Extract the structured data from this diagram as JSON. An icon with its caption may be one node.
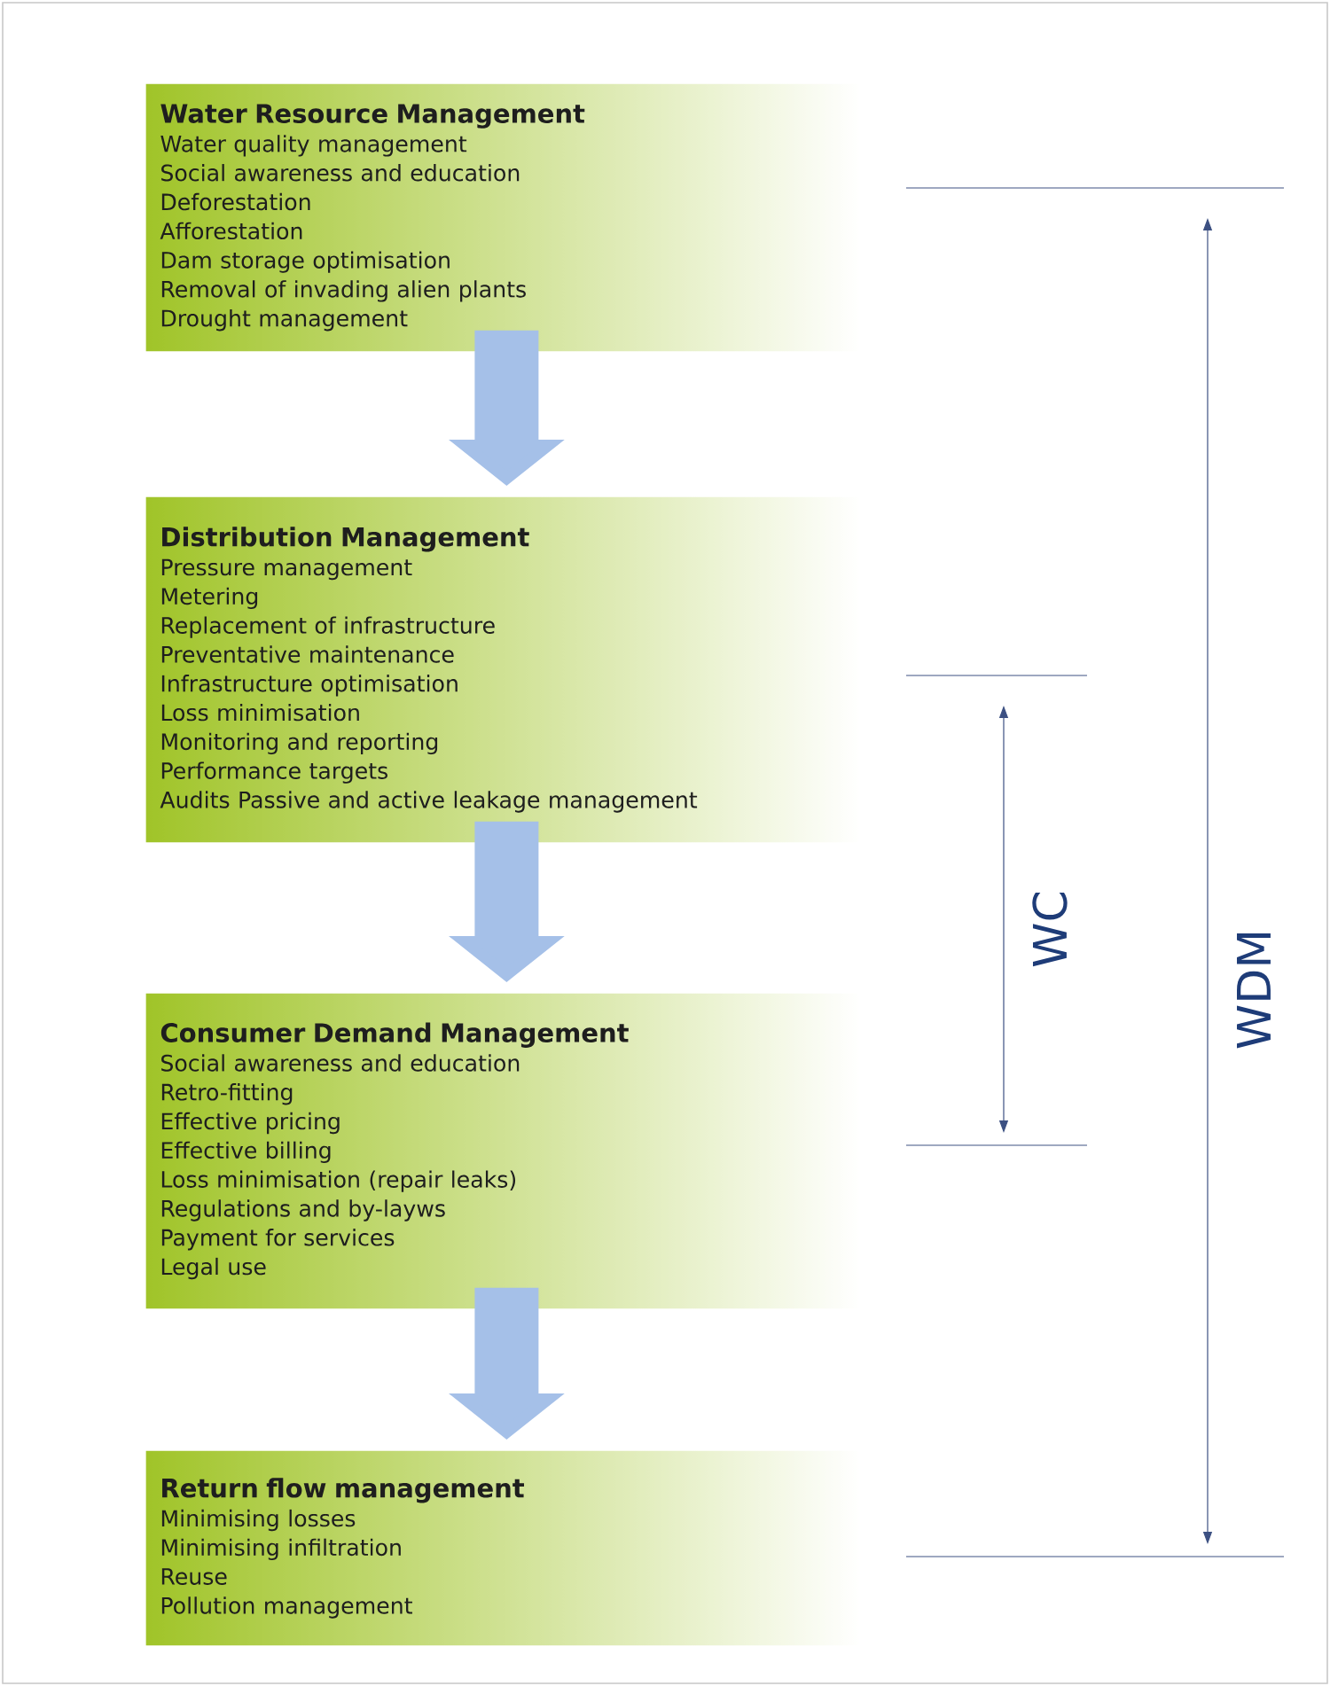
{
  "diagram": {
    "nodes": [
      {
        "text": [
          "Water Resource Management",
          "Water quality management",
          "Social awareness and education",
          "Deforestation",
          "Afforestation",
          "Dam storage optimisation",
          "Removal of invading alien plants",
          "Drought management"
        ]
      },
      {
        "text": [
          "Distribution Management",
          "Pressure management",
          "Metering",
          "Replacement of infrastructure",
          "Preventative maintenance",
          "Infrastructure optimisation",
          "Loss minimisation",
          "Monitoring and reporting",
          "Performance targets",
          "Audits Passive and active leakage management"
        ]
      },
      {
        "text": [
          "Consumer Demand Management",
          "Social awareness and education",
          "Retro-fitting",
          "Effective pricing",
          "Effective billing",
          "Loss minimisation (repair leaks)",
          "Regulations and by-layws",
          "Payment for services",
          "Legal use"
        ]
      },
      {
        "text": [
          "Return flow management",
          "Minimising losses",
          "Minimising infiltration",
          "Reuse",
          "Pollution management"
        ]
      }
    ],
    "edges": [
      {
        "from": 0,
        "to": 1,
        "arrow": "to"
      },
      {
        "from": 1,
        "to": 2,
        "arrow": "to"
      },
      {
        "from": 2,
        "to": 3,
        "arrow": "to"
      }
    ],
    "labels": [
      "WC",
      "WDM"
    ]
  }
}
